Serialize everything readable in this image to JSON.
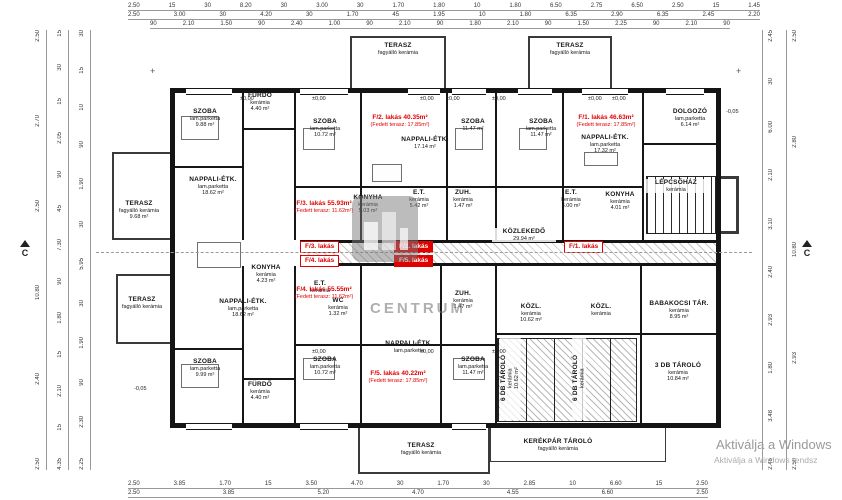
{
  "marks": {
    "zero": "±0,00",
    "minus": "-0,05",
    "section": "C",
    "plus": "+"
  },
  "watermark": {
    "brand": "CENTRUM"
  },
  "os_watermark": {
    "line1": "Aktiválja a Windows",
    "line2": "Aktiválja a Windows rendsz"
  },
  "unit_tags": [
    "F/3. lakás",
    "F/2. lakás",
    "F/1. lakás",
    "F/4. lakás",
    "F/5. lakás"
  ],
  "apartments": [
    {
      "l1": "F/2. lakás 40.35m²",
      "l2": "(Fedett terasz: 17.85m²)"
    },
    {
      "l1": "F/1. lakás 46.63m²",
      "l2": "(Fedett terasz: 17.85m²)"
    },
    {
      "l1": "F/3. lakás 55.93m²",
      "l2": "(Fedett terasz: 11.62m²)"
    },
    {
      "l1": "F/4. lakás 55.55m²",
      "l2": "(Fedett terasz: 11.62m²)"
    },
    {
      "l1": "F/5. lakás 40.22m²",
      "l2": "(Fedett terasz: 17.85m²)"
    }
  ],
  "rooms": [
    {
      "n": "SZOBA",
      "m": "lam.parketta",
      "a": "9.88 m²"
    },
    {
      "n": "FÜRDŐ",
      "m": "kerámia",
      "a": "4.40 m²"
    },
    {
      "n": "SZOBA",
      "m": "lam.parketta",
      "a": "10.72 m²"
    },
    {
      "n": "NAPPALI-ÉTK.",
      "m": "",
      "a": "17.14 m²"
    },
    {
      "n": "SZOBA",
      "m": "",
      "a": "11.47 m²"
    },
    {
      "n": "SZOBA",
      "m": "lam.parketta",
      "a": "11.47 m²"
    },
    {
      "n": "NAPPALI-ÉTK.",
      "m": "lam.parketta",
      "a": "17.32 m²"
    },
    {
      "n": "DOLGOZÓ",
      "m": "lam.parketta",
      "a": "6.14 m²"
    },
    {
      "n": "NAPPALI-ÉTK.",
      "m": "lam.parketta",
      "a": "18.62 m²"
    },
    {
      "n": "KONYHA",
      "m": "kerámia",
      "a": "5.03 m²"
    },
    {
      "n": "E.T.",
      "m": "kerámia",
      "a": "5.42 m²"
    },
    {
      "n": "ZUH.",
      "m": "kerámia",
      "a": "1.47 m²"
    },
    {
      "n": "E.T.",
      "m": "kerámia",
      "a": "3.00 m²"
    },
    {
      "n": "KONYHA",
      "m": "kerámia",
      "a": "4.01 m²"
    },
    {
      "n": "LÉPCSŐHÁZ",
      "m": "kerámia",
      "a": ""
    },
    {
      "n": "KÖZLEKEDŐ",
      "m": "",
      "a": "29.94 m²"
    },
    {
      "n": "KONYHA",
      "m": "kerámia",
      "a": "4.23 m²"
    },
    {
      "n": "E.T.",
      "m": "kerámia",
      "a": ""
    },
    {
      "n": "WC",
      "m": "kerámia",
      "a": "1.32 m²"
    },
    {
      "n": "ZUH.",
      "m": "kerámia",
      "a": "1.47 m²"
    },
    {
      "n": "NAPPALI-ÉTK.",
      "m": "lam.parketta",
      "a": "18.62 m²"
    },
    {
      "n": "NAPPALI-ÉTK.",
      "m": "lam.parketta",
      "a": ""
    },
    {
      "n": "SZOBA",
      "m": "lam.parketta",
      "a": "9.99 m²"
    },
    {
      "n": "FÜRDŐ",
      "m": "kerámia",
      "a": "4.40 m²"
    },
    {
      "n": "SZOBA",
      "m": "lam.parketta",
      "a": "10.72 m²"
    },
    {
      "n": "SZOBA",
      "m": "lam.parketta",
      "a": "11.47 m²"
    },
    {
      "n": "KÖZL.",
      "m": "kerámia",
      "a": "10.62 m²"
    },
    {
      "n": "KÖZL.",
      "m": "kerámia",
      "a": ""
    },
    {
      "n": "BABAKOCSI TÁR.",
      "m": "kerámia",
      "a": "8.95 m²"
    },
    {
      "n": "6 DB TÁROLÓ",
      "m": "kerámia",
      "a": "10.62 m²"
    },
    {
      "n": "6 DB TÁROLÓ",
      "m": "kerámia",
      "a": ""
    },
    {
      "n": "3 DB TÁROLÓ",
      "m": "kerámia",
      "a": "10.84 m²"
    },
    {
      "n": "TERASZ",
      "m": "fagyálló kerámia",
      "a": ""
    },
    {
      "n": "TERASZ",
      "m": "fagyálló kerámia",
      "a": ""
    },
    {
      "n": "TERASZ",
      "m": "fagyálló kerámia",
      "a": "9.68 m²"
    },
    {
      "n": "TERASZ",
      "m": "fagyálló kerámia",
      "a": ""
    },
    {
      "n": "TERASZ",
      "m": "fagyálló kerámia",
      "a": ""
    },
    {
      "n": "KERÉKPÁR TÁROLÓ",
      "m": "fagyálló kerámia",
      "a": ""
    }
  ],
  "dims": {
    "top1": [
      "2.50",
      "15",
      "30",
      "8.20",
      "30",
      "3.00",
      "30",
      "1.70",
      "1.80",
      "10",
      "1.80",
      "6.50",
      "2.75",
      "6.50",
      "2.50",
      "15",
      "1.45"
    ],
    "top2": [
      "2.50",
      "3.00",
      "30",
      "4.20",
      "30",
      "1.70",
      "45",
      "1.95",
      "10",
      "1.80",
      "6.35",
      "2.90",
      "6.35",
      "2.45",
      "2.20"
    ],
    "top3": [
      "90",
      "2.10",
      "1.50",
      "90",
      "2.40",
      "1.00",
      "90",
      "2.10",
      "90",
      "1.80",
      "2.10",
      "90",
      "1.50",
      "2.25",
      "90",
      "2.10",
      "90"
    ],
    "bottom1": [
      "2.50",
      "3.85",
      "1.70",
      "15",
      "3.50",
      "4.70",
      "30",
      "1.70",
      "30",
      "2.85",
      "10",
      "6.60",
      "15",
      "2.50"
    ],
    "bottom2": [
      "2.50",
      "3.85",
      "5.20",
      "4.70",
      "4.55",
      "6.60",
      "2.50"
    ],
    "left1": [
      "2.50",
      "2.70",
      "2.50",
      "10.80",
      "2.40",
      "2.50"
    ],
    "left2": [
      "15",
      "30",
      "15",
      "2.05",
      "90",
      "45",
      "7.30",
      "90",
      "1.80",
      "15",
      "2.10",
      "15",
      "4.35"
    ],
    "left3": [
      "30",
      "15",
      "10",
      "90",
      "1.90",
      "30",
      "5.95",
      "30",
      "1.90",
      "90",
      "2.30",
      "2.25"
    ],
    "right1": [
      "2.45",
      "30",
      "6.00",
      "2.10",
      "3.10",
      "2.40",
      "2.93",
      "1.80",
      "3.48",
      "2.45"
    ],
    "right2": [
      "2.50",
      "2.80",
      "10.80",
      "2.93",
      "2.50"
    ]
  }
}
